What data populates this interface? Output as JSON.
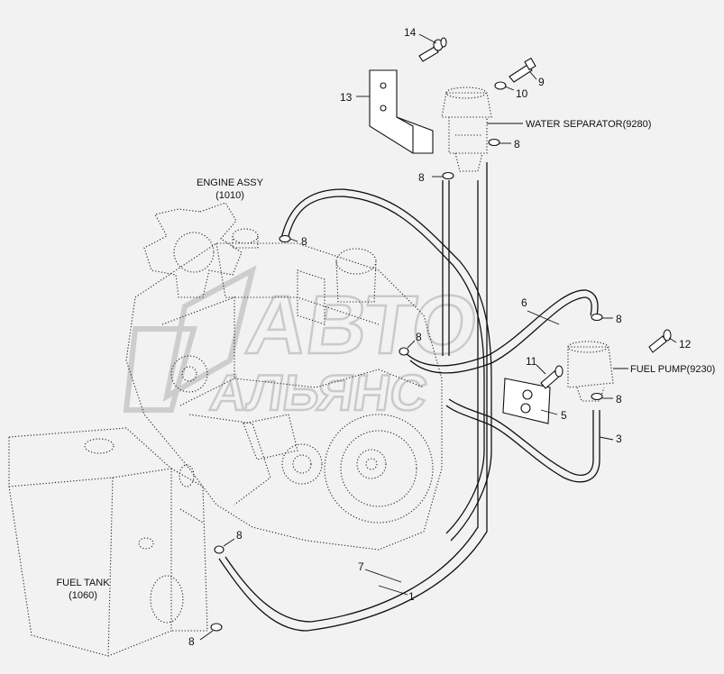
{
  "diagram": {
    "labels": {
      "engine_assy": "ENGINE ASSY",
      "engine_assy_ref": "(1010)",
      "water_separator": "WATER SEPARATOR(9280)",
      "fuel_pump": "FUEL PUMP(9230)",
      "fuel_tank": "FUEL TANK",
      "fuel_tank_ref": "(1060)"
    },
    "callouts": {
      "p1": "1",
      "p3": "3",
      "p5": "5",
      "p6": "6",
      "p7": "7",
      "p8": "8",
      "p9": "9",
      "p10": "10",
      "p11": "11",
      "p12": "12",
      "p13": "13",
      "p14": "14"
    },
    "watermark": {
      "line1": "АВТО",
      "line2": "АЛЬЯНС"
    },
    "colors": {
      "background": "#f2f2f2",
      "ink": "#111111",
      "watermark": "#c9c9c9"
    }
  }
}
